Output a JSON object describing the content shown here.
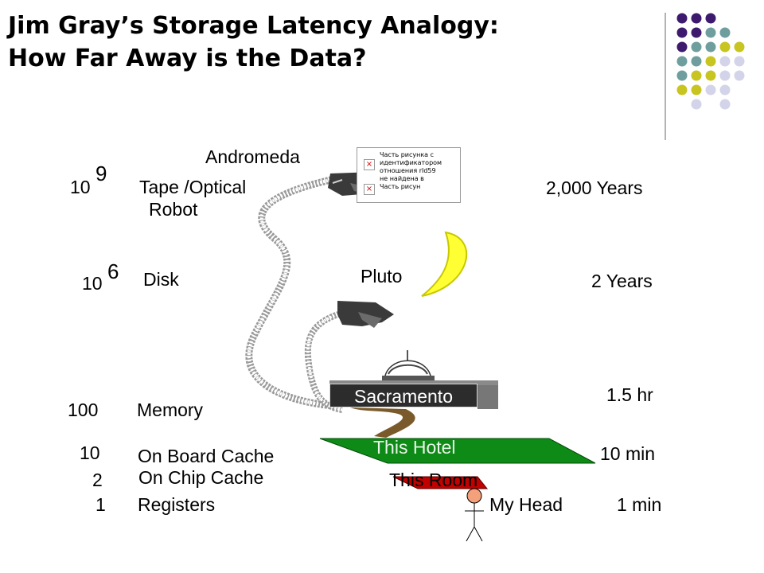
{
  "title": {
    "line1": "Jim Gray’s Storage Latency Analogy:",
    "line2": "How Far Away is the Data?"
  },
  "colors": {
    "purple": "#3d1a6e",
    "teal": "#6f9e9f",
    "olive": "#c8c420",
    "lavender": "#d3d3ea",
    "hotel": "#0e8a16",
    "room": "#c10000",
    "moon": "#ffff33",
    "road": "#7a5a2a"
  },
  "levels": {
    "tape": {
      "base": "10",
      "exp": "9",
      "name_line1": "Tape /Optical",
      "name_line2": "Robot",
      "place": "Andromeda",
      "time": "2,000 Years"
    },
    "disk": {
      "base": "10",
      "exp": "6",
      "name": "Disk",
      "place": "Pluto",
      "time": "2 Years"
    },
    "memory": {
      "value": "100",
      "name": "Memory",
      "place": "Sacramento",
      "time": "1.5 hr"
    },
    "board_cache": {
      "value": "10",
      "name": "On Board  Cache",
      "place": "This Hotel",
      "time": "10 min"
    },
    "chip_cache": {
      "value": "2",
      "name": "On Chip Cache",
      "place": "This Room"
    },
    "registers": {
      "value": "1",
      "name": "Registers",
      "place": "My Head",
      "time": "1 min"
    }
  },
  "broken_image": {
    "lines": [
      "Часть рисунка с",
      "идентификатором",
      "отношения rId59",
      "не найдена в",
      "Часть рисун"
    ]
  }
}
